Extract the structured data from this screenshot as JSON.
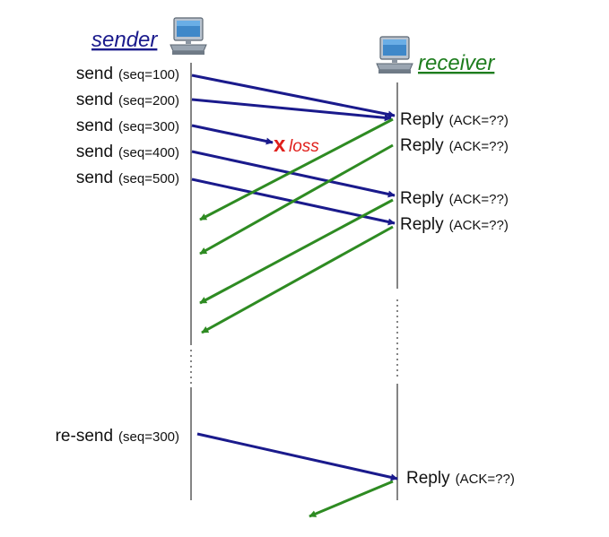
{
  "sender_label": "sender",
  "receiver_label": "receiver",
  "loss_label": "loss",
  "loss_mark": "x",
  "send_word": "send",
  "resend_word": "re-send",
  "reply_word": "Reply",
  "sends": [
    {
      "seq": "(seq=100)"
    },
    {
      "seq": "(seq=200)"
    },
    {
      "seq": "(seq=300)"
    },
    {
      "seq": "(seq=400)"
    },
    {
      "seq": "(seq=500)"
    }
  ],
  "resend": {
    "seq": "(seq=300)"
  },
  "replies": [
    {
      "ack": "(ACK=??)"
    },
    {
      "ack": "(ACK=??)"
    },
    {
      "ack": "(ACK=??)"
    },
    {
      "ack": "(ACK=??)"
    },
    {
      "ack": "(ACK=??)"
    }
  ],
  "colors": {
    "sender_label": "#1a1a8c",
    "receiver_label": "#1e7d1e",
    "send_arrow": "#1a1a8c",
    "reply_arrow": "#2e8b22",
    "loss": "#e0201c",
    "timeline": "#333333"
  },
  "icons": {
    "sender": "computer-icon",
    "receiver": "computer-icon"
  }
}
